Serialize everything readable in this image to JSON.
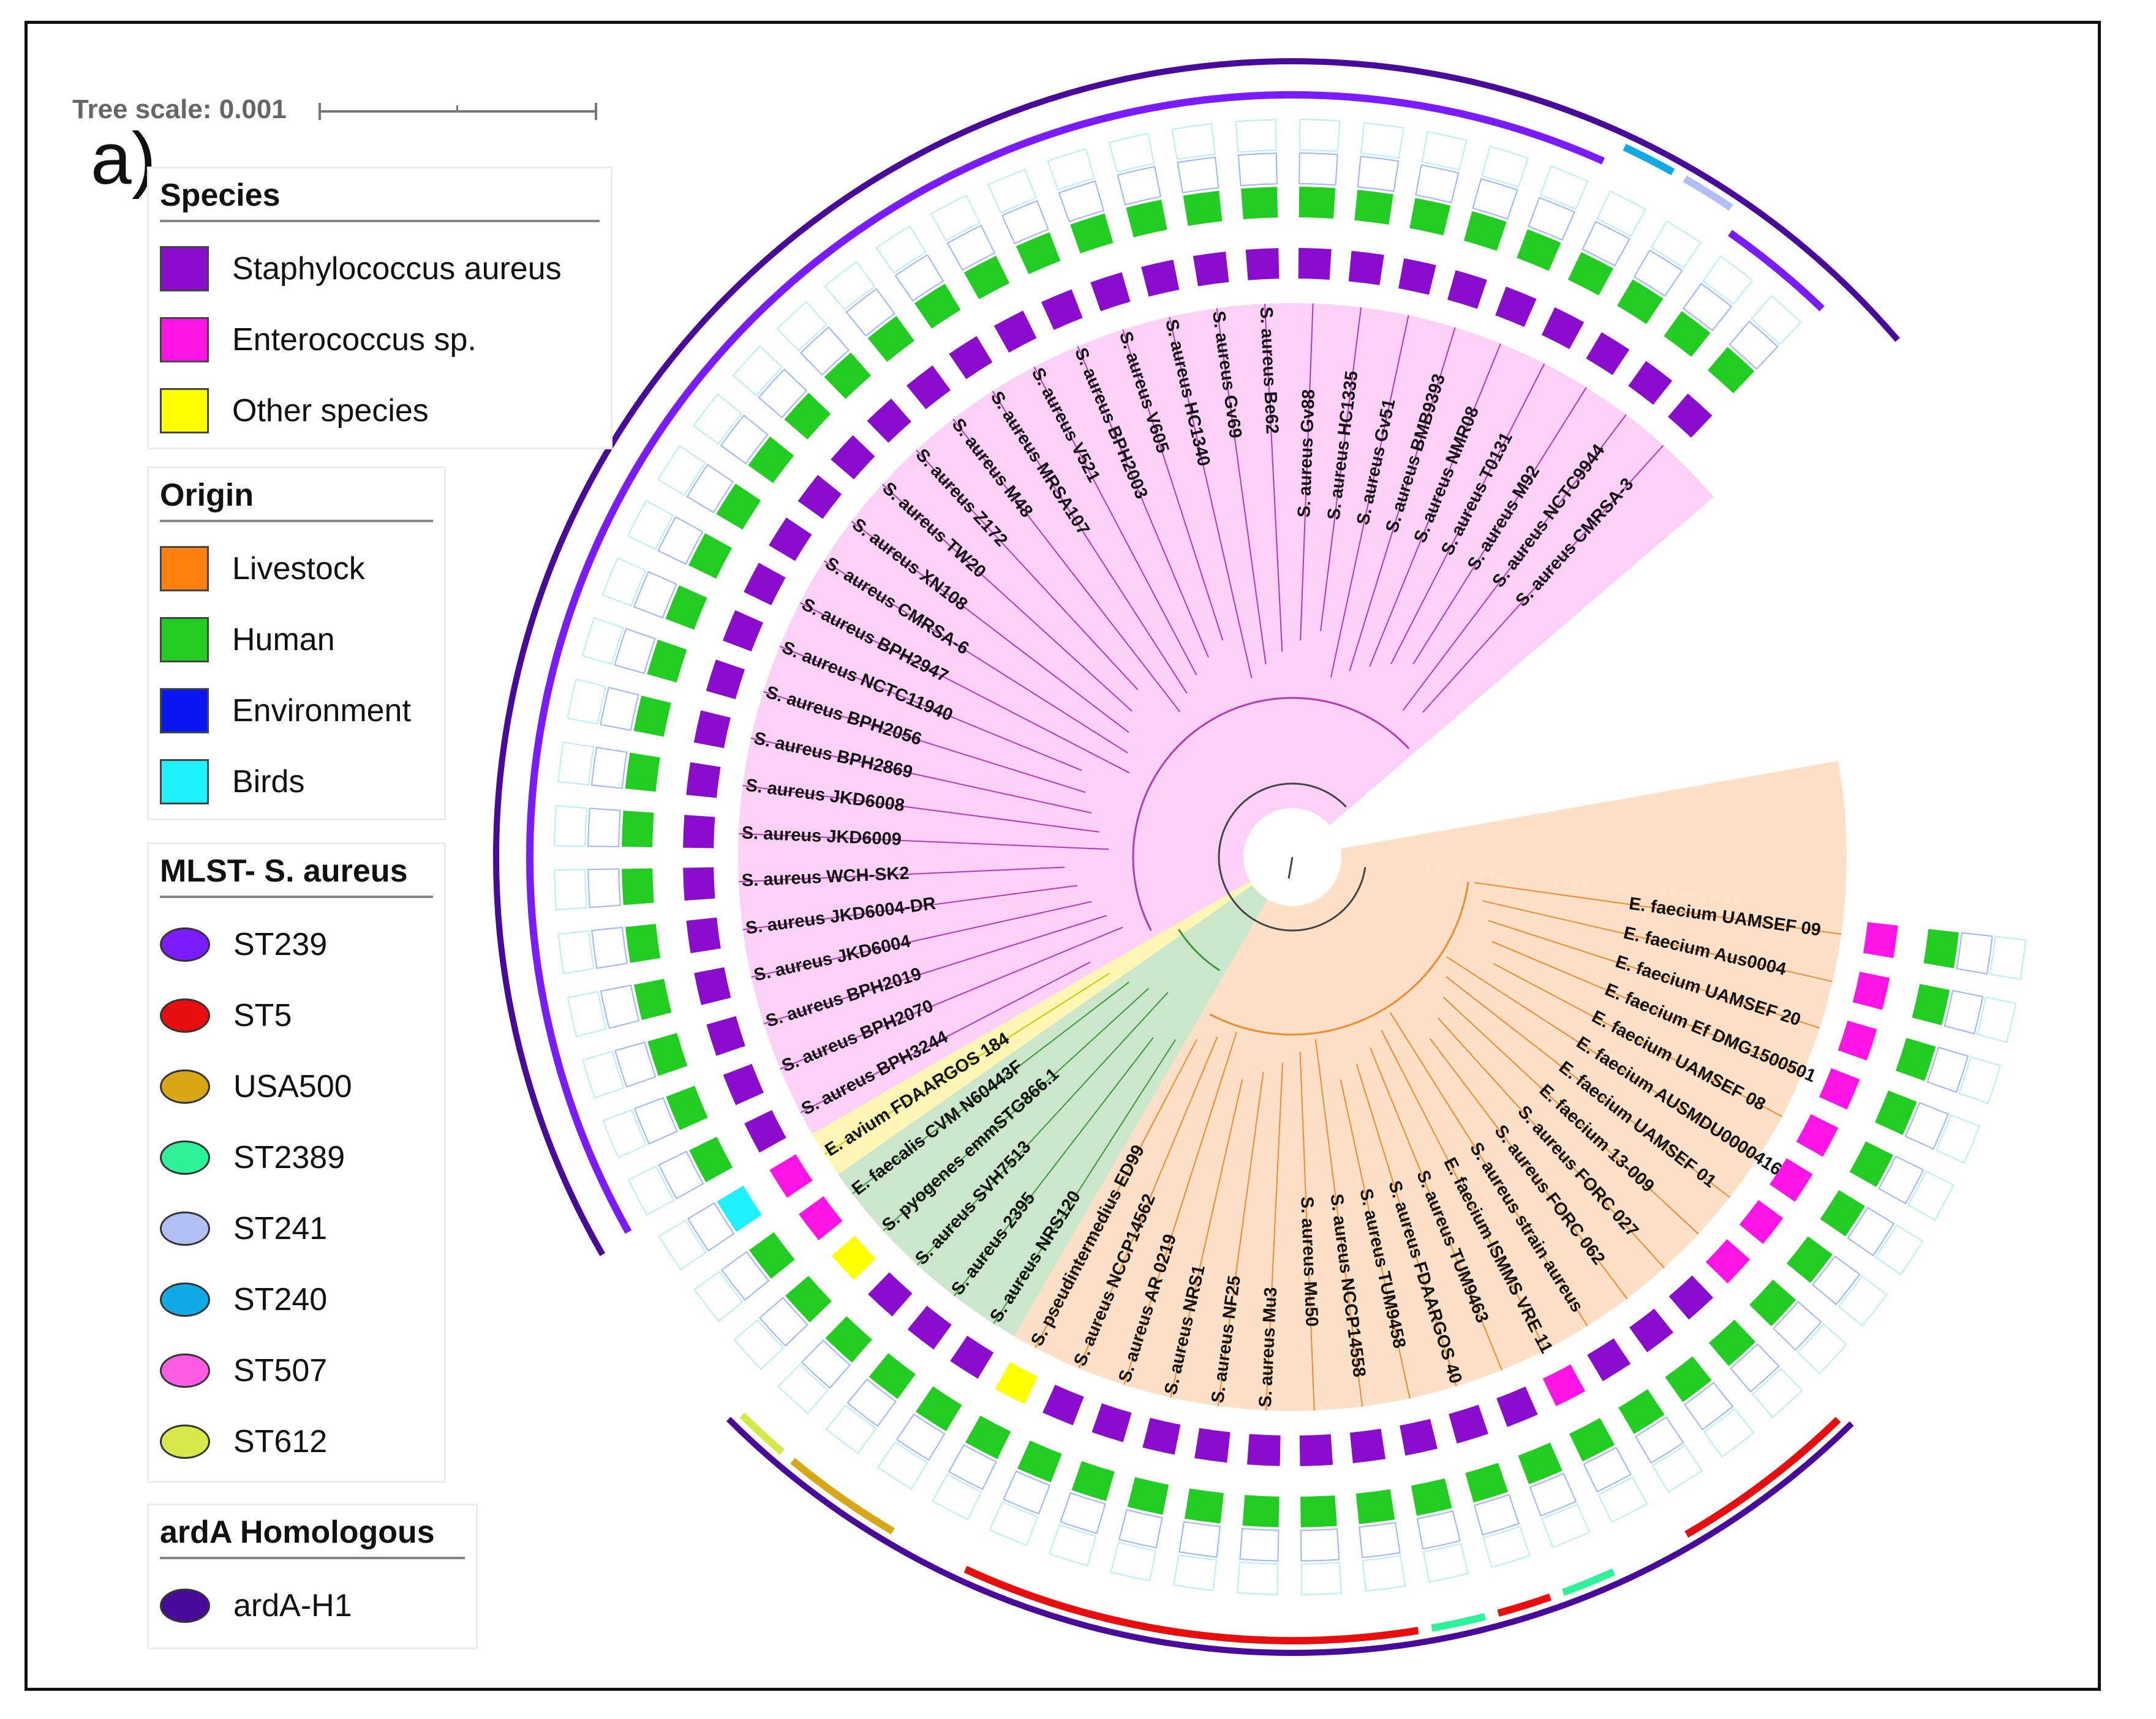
{
  "panel_label": "a)",
  "tree_scale": "Tree scale: 0.001",
  "legends": {
    "species": {
      "title": "Species",
      "items": [
        {
          "label": "Staphylococcus aureus",
          "color": "#8a0ccc"
        },
        {
          "label": "Enterococcus sp.",
          "color": "#ff14e6"
        },
        {
          "label": "Other species",
          "color": "#ffff00"
        }
      ]
    },
    "origin": {
      "title": "Origin",
      "items": [
        {
          "label": "Livestock",
          "color": "#ff7f0e"
        },
        {
          "label": "Human",
          "color": "#22cc22"
        },
        {
          "label": "Environment",
          "color": "#0a16f0"
        },
        {
          "label": "Birds",
          "color": "#1ff0ff"
        }
      ]
    },
    "mlst": {
      "title": "MLST- S. aureus",
      "items": [
        {
          "label": "ST239",
          "color": "#7a1cff"
        },
        {
          "label": "ST5",
          "color": "#e60e0e"
        },
        {
          "label": "USA500",
          "color": "#d9a617"
        },
        {
          "label": "ST2389",
          "color": "#2ef29a"
        },
        {
          "label": "ST241",
          "color": "#b2bff2"
        },
        {
          "label": "ST240",
          "color": "#12aae6"
        },
        {
          "label": "ST507",
          "color": "#ff5ce6"
        },
        {
          "label": "ST612",
          "color": "#d7e84a"
        }
      ]
    },
    "arda": {
      "title": "ardA Homologous",
      "items": [
        {
          "label": "ardA-H1",
          "color": "#4a0a99"
        }
      ]
    }
  },
  "tree": {
    "clade_colors": {
      "orange": "#fde0c7",
      "green": "#cce6cc",
      "yellow": "#fdf6b5",
      "pink": "#fdd0f7"
    },
    "tips": [
      {
        "label": "E. faecium UAMSEF 09",
        "species": "Enterococcus sp.",
        "origin": "Human"
      },
      {
        "label": "E. faecium Aus0004",
        "species": "Enterococcus sp.",
        "origin": "Human"
      },
      {
        "label": "E. faecium UAMSEF 20",
        "species": "Enterococcus sp.",
        "origin": "Human"
      },
      {
        "label": "E. faecium Ef DMG1500501",
        "species": "Enterococcus sp.",
        "origin": "Human"
      },
      {
        "label": "E. faecium UAMSEF 08",
        "species": "Enterococcus sp.",
        "origin": "Human"
      },
      {
        "label": "E. faecium AUSMDU00004167",
        "species": "Enterococcus sp.",
        "origin": "Human"
      },
      {
        "label": "E. faecium UAMSEF 01",
        "species": "Enterococcus sp.",
        "origin": "Human"
      },
      {
        "label": "E. faecium 13-009",
        "species": "Enterococcus sp.",
        "origin": "Human"
      },
      {
        "label": "S. aureus FORC 027",
        "species": "Staphylococcus aureus",
        "origin": "Human",
        "mlst": "ST5"
      },
      {
        "label": "S. aureus FORC 062",
        "species": "Staphylococcus aureus",
        "origin": "Human",
        "mlst": "ST5"
      },
      {
        "label": "S. aureus strain aureus",
        "species": "Staphylococcus aureus",
        "origin": "Human",
        "mlst": "ST5"
      },
      {
        "label": "E. faecium ISMMS VRE 11",
        "species": "Enterococcus sp.",
        "origin": "Human"
      },
      {
        "label": "S. aureus TUM9463",
        "species": "Staphylococcus aureus",
        "origin": "Human",
        "mlst": "ST2389"
      },
      {
        "label": "S. aureus FDAARGOS 40",
        "species": "Staphylococcus aureus",
        "origin": "Human",
        "mlst": "ST5"
      },
      {
        "label": "S. aureus TUM9458",
        "species": "Staphylococcus aureus",
        "origin": "Human",
        "mlst": "ST2389"
      },
      {
        "label": "S. aureus NCCP14558",
        "species": "Staphylococcus aureus",
        "origin": "Human",
        "mlst": "ST5"
      },
      {
        "label": "S. aureus Mu50",
        "species": "Staphylococcus aureus",
        "origin": "Human",
        "mlst": "ST5"
      },
      {
        "label": "S. aureus Mu3",
        "species": "Staphylococcus aureus",
        "origin": "Human",
        "mlst": "ST5"
      },
      {
        "label": "S. aureus NF25",
        "species": "Staphylococcus aureus",
        "origin": "Human",
        "mlst": "ST5"
      },
      {
        "label": "S. aureus NRS1",
        "species": "Staphylococcus aureus",
        "origin": "Human",
        "mlst": "ST5"
      },
      {
        "label": "S. aureus AR 0219",
        "species": "Staphylococcus aureus",
        "origin": "Human",
        "mlst": "ST5"
      },
      {
        "label": "S. aureus NCCP14562",
        "species": "Staphylococcus aureus",
        "origin": "Human",
        "mlst": "ST5"
      },
      {
        "label": "S. pseudintermedius ED99",
        "species": "Other species",
        "origin": "Human"
      },
      {
        "label": "S. aureus NRS120",
        "species": "Staphylococcus aureus",
        "origin": "Human",
        "mlst": "USA500"
      },
      {
        "label": "S. aureus 2395",
        "species": "Staphylococcus aureus",
        "origin": "Human",
        "mlst": "USA500"
      },
      {
        "label": "S. aureus SVH7513",
        "species": "Staphylococcus aureus",
        "origin": "Human",
        "mlst": "ST612"
      },
      {
        "label": "S. pyogenes emmSTG866.1",
        "species": "Other species",
        "origin": "Human"
      },
      {
        "label": "E. faecalis CVM N60443F",
        "species": "Enterococcus sp.",
        "origin": "Human"
      },
      {
        "label": "E. avium FDAARGOS 184",
        "species": "Enterococcus sp.",
        "origin": "Birds"
      },
      {
        "label": "S. aureus BPH3244",
        "species": "Staphylococcus aureus",
        "origin": "Human",
        "mlst": "ST239"
      },
      {
        "label": "S. aureus BPH2070",
        "species": "Staphylococcus aureus",
        "origin": "Human",
        "mlst": "ST239"
      },
      {
        "label": "S. aureus BPH2019",
        "species": "Staphylococcus aureus",
        "origin": "Human",
        "mlst": "ST239"
      },
      {
        "label": "S. aureus JKD6004",
        "species": "Staphylococcus aureus",
        "origin": "Human",
        "mlst": "ST239"
      },
      {
        "label": "S. aureus JKD6004-DR",
        "species": "Staphylococcus aureus",
        "origin": "Human",
        "mlst": "ST239"
      },
      {
        "label": "S. aureus WCH-SK2",
        "species": "Staphylococcus aureus",
        "origin": "Human",
        "mlst": "ST239"
      },
      {
        "label": "S. aureus JKD6009",
        "species": "Staphylococcus aureus",
        "origin": "Human",
        "mlst": "ST239"
      },
      {
        "label": "S. aureus JKD6008",
        "species": "Staphylococcus aureus",
        "origin": "Human",
        "mlst": "ST239"
      },
      {
        "label": "S. aureus BPH2869",
        "species": "Staphylococcus aureus",
        "origin": "Human",
        "mlst": "ST239"
      },
      {
        "label": "S. aureus BPH2056",
        "species": "Staphylococcus aureus",
        "origin": "Human",
        "mlst": "ST239"
      },
      {
        "label": "S. aureus NCTC11940",
        "species": "Staphylococcus aureus",
        "origin": "Human",
        "mlst": "ST239"
      },
      {
        "label": "S. aureus BPH2947",
        "species": "Staphylococcus aureus",
        "origin": "Human",
        "mlst": "ST239"
      },
      {
        "label": "S. aureus CMRSA-6",
        "species": "Staphylococcus aureus",
        "origin": "Human",
        "mlst": "ST239"
      },
      {
        "label": "S. aureus XN108",
        "species": "Staphylococcus aureus",
        "origin": "Human",
        "mlst": "ST239"
      },
      {
        "label": "S. aureus TW20",
        "species": "Staphylococcus aureus",
        "origin": "Human",
        "mlst": "ST239"
      },
      {
        "label": "S. aureus Z172",
        "species": "Staphylococcus aureus",
        "origin": "Human",
        "mlst": "ST239"
      },
      {
        "label": "S. aureus M48",
        "species": "Staphylococcus aureus",
        "origin": "Human",
        "mlst": "ST239"
      },
      {
        "label": "S. aureus MRSA107",
        "species": "Staphylococcus aureus",
        "origin": "Human",
        "mlst": "ST239"
      },
      {
        "label": "S. aureus V521",
        "species": "Staphylococcus aureus",
        "origin": "Human",
        "mlst": "ST239"
      },
      {
        "label": "S. aureus BPH2003",
        "species": "Staphylococcus aureus",
        "origin": "Human",
        "mlst": "ST239"
      },
      {
        "label": "S. aureus V605",
        "species": "Staphylococcus aureus",
        "origin": "Human",
        "mlst": "ST239"
      },
      {
        "label": "S. aureus HC1340",
        "species": "Staphylococcus aureus",
        "origin": "Human",
        "mlst": "ST239"
      },
      {
        "label": "S. aureus Gv69",
        "species": "Staphylococcus aureus",
        "origin": "Human",
        "mlst": "ST239"
      },
      {
        "label": "S. aureus Be62",
        "species": "Staphylococcus aureus",
        "origin": "Human",
        "mlst": "ST239"
      },
      {
        "label": "S. aureus Gv88",
        "species": "Staphylococcus aureus",
        "origin": "Human",
        "mlst": "ST239"
      },
      {
        "label": "S. aureus HC1335",
        "species": "Staphylococcus aureus",
        "origin": "Human",
        "mlst": "ST239"
      },
      {
        "label": "S. aureus Gv51",
        "species": "Staphylococcus aureus",
        "origin": "Human",
        "mlst": "ST239"
      },
      {
        "label": "S. aureus BMB9393",
        "species": "Staphylococcus aureus",
        "origin": "Human",
        "mlst": "ST239"
      },
      {
        "label": "S. aureus NMR08",
        "species": "Staphylococcus aureus",
        "origin": "Human",
        "mlst": "ST239"
      },
      {
        "label": "S. aureus T0131",
        "species": "Staphylococcus aureus",
        "origin": "Human",
        "mlst": "ST240"
      },
      {
        "label": "S. aureus M92",
        "species": "Staphylococcus aureus",
        "origin": "Human",
        "mlst": "ST241"
      },
      {
        "label": "S. aureus NCTC9944",
        "species": "Staphylococcus aureus",
        "origin": "Human",
        "mlst": "ST239"
      },
      {
        "label": "S. aureus CMRSA-3",
        "species": "Staphylococcus aureus",
        "origin": "Human",
        "mlst": "ST239"
      }
    ]
  }
}
